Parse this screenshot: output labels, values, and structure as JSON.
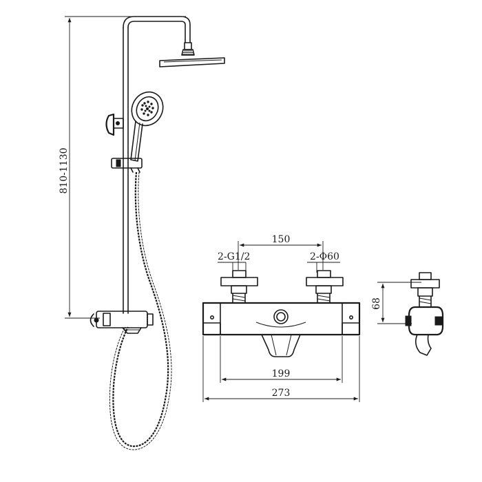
{
  "dimensions": {
    "height_range": "810-1130",
    "inlet_spacing": "150",
    "inlet_thread": "2-G1/2",
    "flange_diameter": "2-Φ60",
    "body_width": "199",
    "overall_width": "273",
    "side_depth": "68"
  },
  "colors": {
    "line": "#1a1a1a",
    "background": "#ffffff"
  }
}
